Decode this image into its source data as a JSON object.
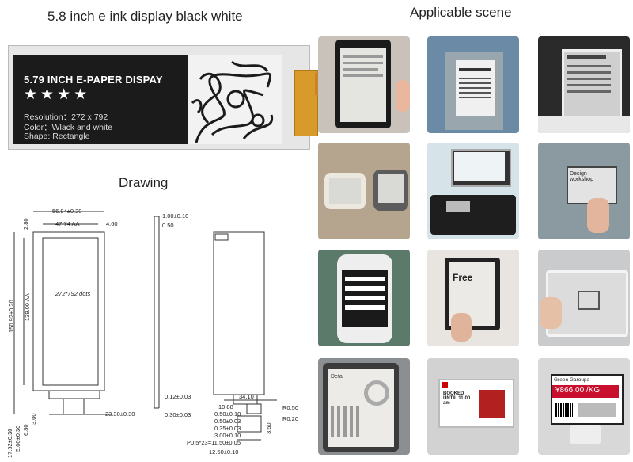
{
  "titles": {
    "main": "5.8 inch e ink display black white",
    "scene": "Applicable scene",
    "drawing": "Drawing"
  },
  "product": {
    "name": "5.79 INCH E-PAPER DISPAY",
    "stars": "★★★★",
    "resolution": "Resolution：272 x 792",
    "color": "Color：Wlack and white",
    "shape": "Shape: Rectangle"
  },
  "drawing": {
    "top_width": "56.94±0.20",
    "aa_width": "47.74  AA",
    "right_gap": "4.60",
    "top_gap": "2.80",
    "height": "150.92±0.20",
    "aa_height": "139.00  AA",
    "dots": "272*792  dots",
    "bottom_width": "23.30±0.30",
    "thick1": "1.00±0.10",
    "thick2": "0.50",
    "thick3": "0.12±0.03",
    "thick4": "0.30±0.03",
    "fpc_w": "34.10",
    "pin": "P0.5*23=11.50±0.05",
    "fpc_w2": "12.50±0.10",
    "d1": "10.88",
    "d2": "0.50±0.10",
    "d3": "0.50±0.03",
    "d4": "0.35±0.03",
    "d5": "3.00±0.10",
    "r1": "R0.50",
    "r2": "R0.20",
    "h350": "3.50",
    "b1": "17.52±0.30",
    "b2": "5.00±0.30",
    "b3": "6.80",
    "b4": "3.00"
  },
  "scenes": [
    {
      "label": "e-reader"
    },
    {
      "label": "signage-stand"
    },
    {
      "label": "desk-sign"
    },
    {
      "label": "weather-stations"
    },
    {
      "label": "printer"
    },
    {
      "label": "design-workshop-label"
    },
    {
      "label": "phone-app"
    },
    {
      "label": "free-room-display"
    },
    {
      "label": "tablet-touch"
    },
    {
      "label": "notebook-tablet"
    },
    {
      "label": "ticket-label"
    },
    {
      "label": "price-tag"
    }
  ],
  "scene_text": {
    "free": "Free",
    "price_name": "Green Garoupa",
    "price": "¥866.00 /KG",
    "booked": "BOOKED UNTIL 11:00 am",
    "design": "Design workshop",
    "deta": "Deta"
  }
}
